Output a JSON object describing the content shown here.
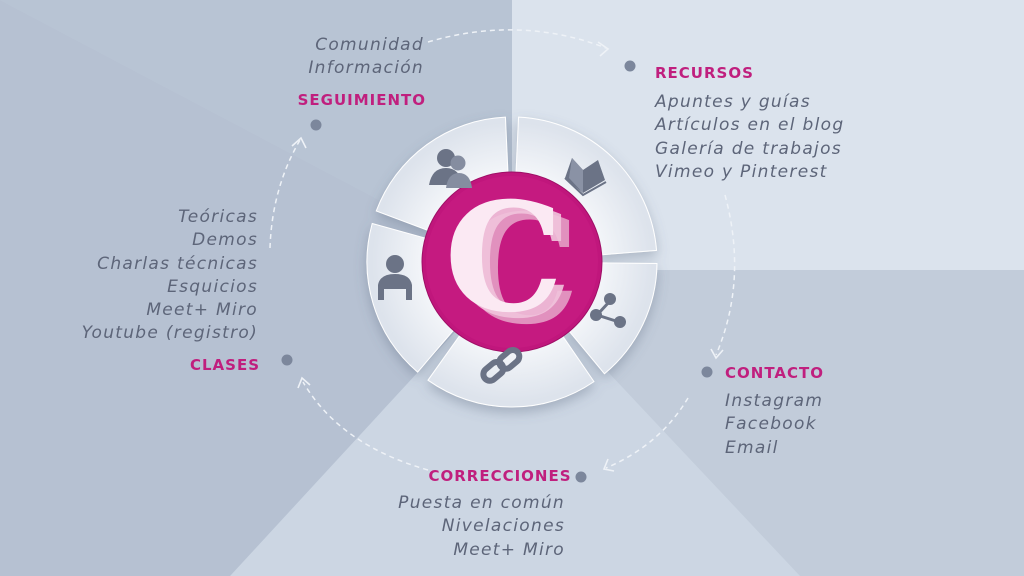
{
  "colors": {
    "accent": "#c01f7e",
    "text": "#5d6579",
    "dot": "#7c879c",
    "segment": "#eef1f6",
    "icon": "#6b7386",
    "center": "#c0167c"
  },
  "center": {
    "letter": "C"
  },
  "sections": {
    "seguimiento": {
      "title": "SEGUIMIENTO",
      "items": [
        "Comunidad",
        "Información"
      ],
      "icon": "group-icon"
    },
    "recursos": {
      "title": "RECURSOS",
      "items": [
        "Apuntes y guías",
        "Artículos en el blog",
        "Galería de trabajos",
        "Vimeo y Pinterest"
      ],
      "icon": "book-icon"
    },
    "contacto": {
      "title": "CONTACTO",
      "items": [
        "Instagram",
        "Facebook",
        "Email"
      ],
      "icon": "share-icon"
    },
    "correcciones": {
      "title": "CORRECCIONES",
      "items": [
        "Puesta en común",
        "Nivelaciones",
        "Meet+ Miro"
      ],
      "icon": "link-icon"
    },
    "clases": {
      "title": "CLASES",
      "items": [
        "Teóricas",
        "Demos",
        "Charlas técnicas",
        "Esquicios",
        "Meet+ Miro",
        "Youtube (registro)"
      ],
      "icon": "presenter-icon"
    }
  }
}
